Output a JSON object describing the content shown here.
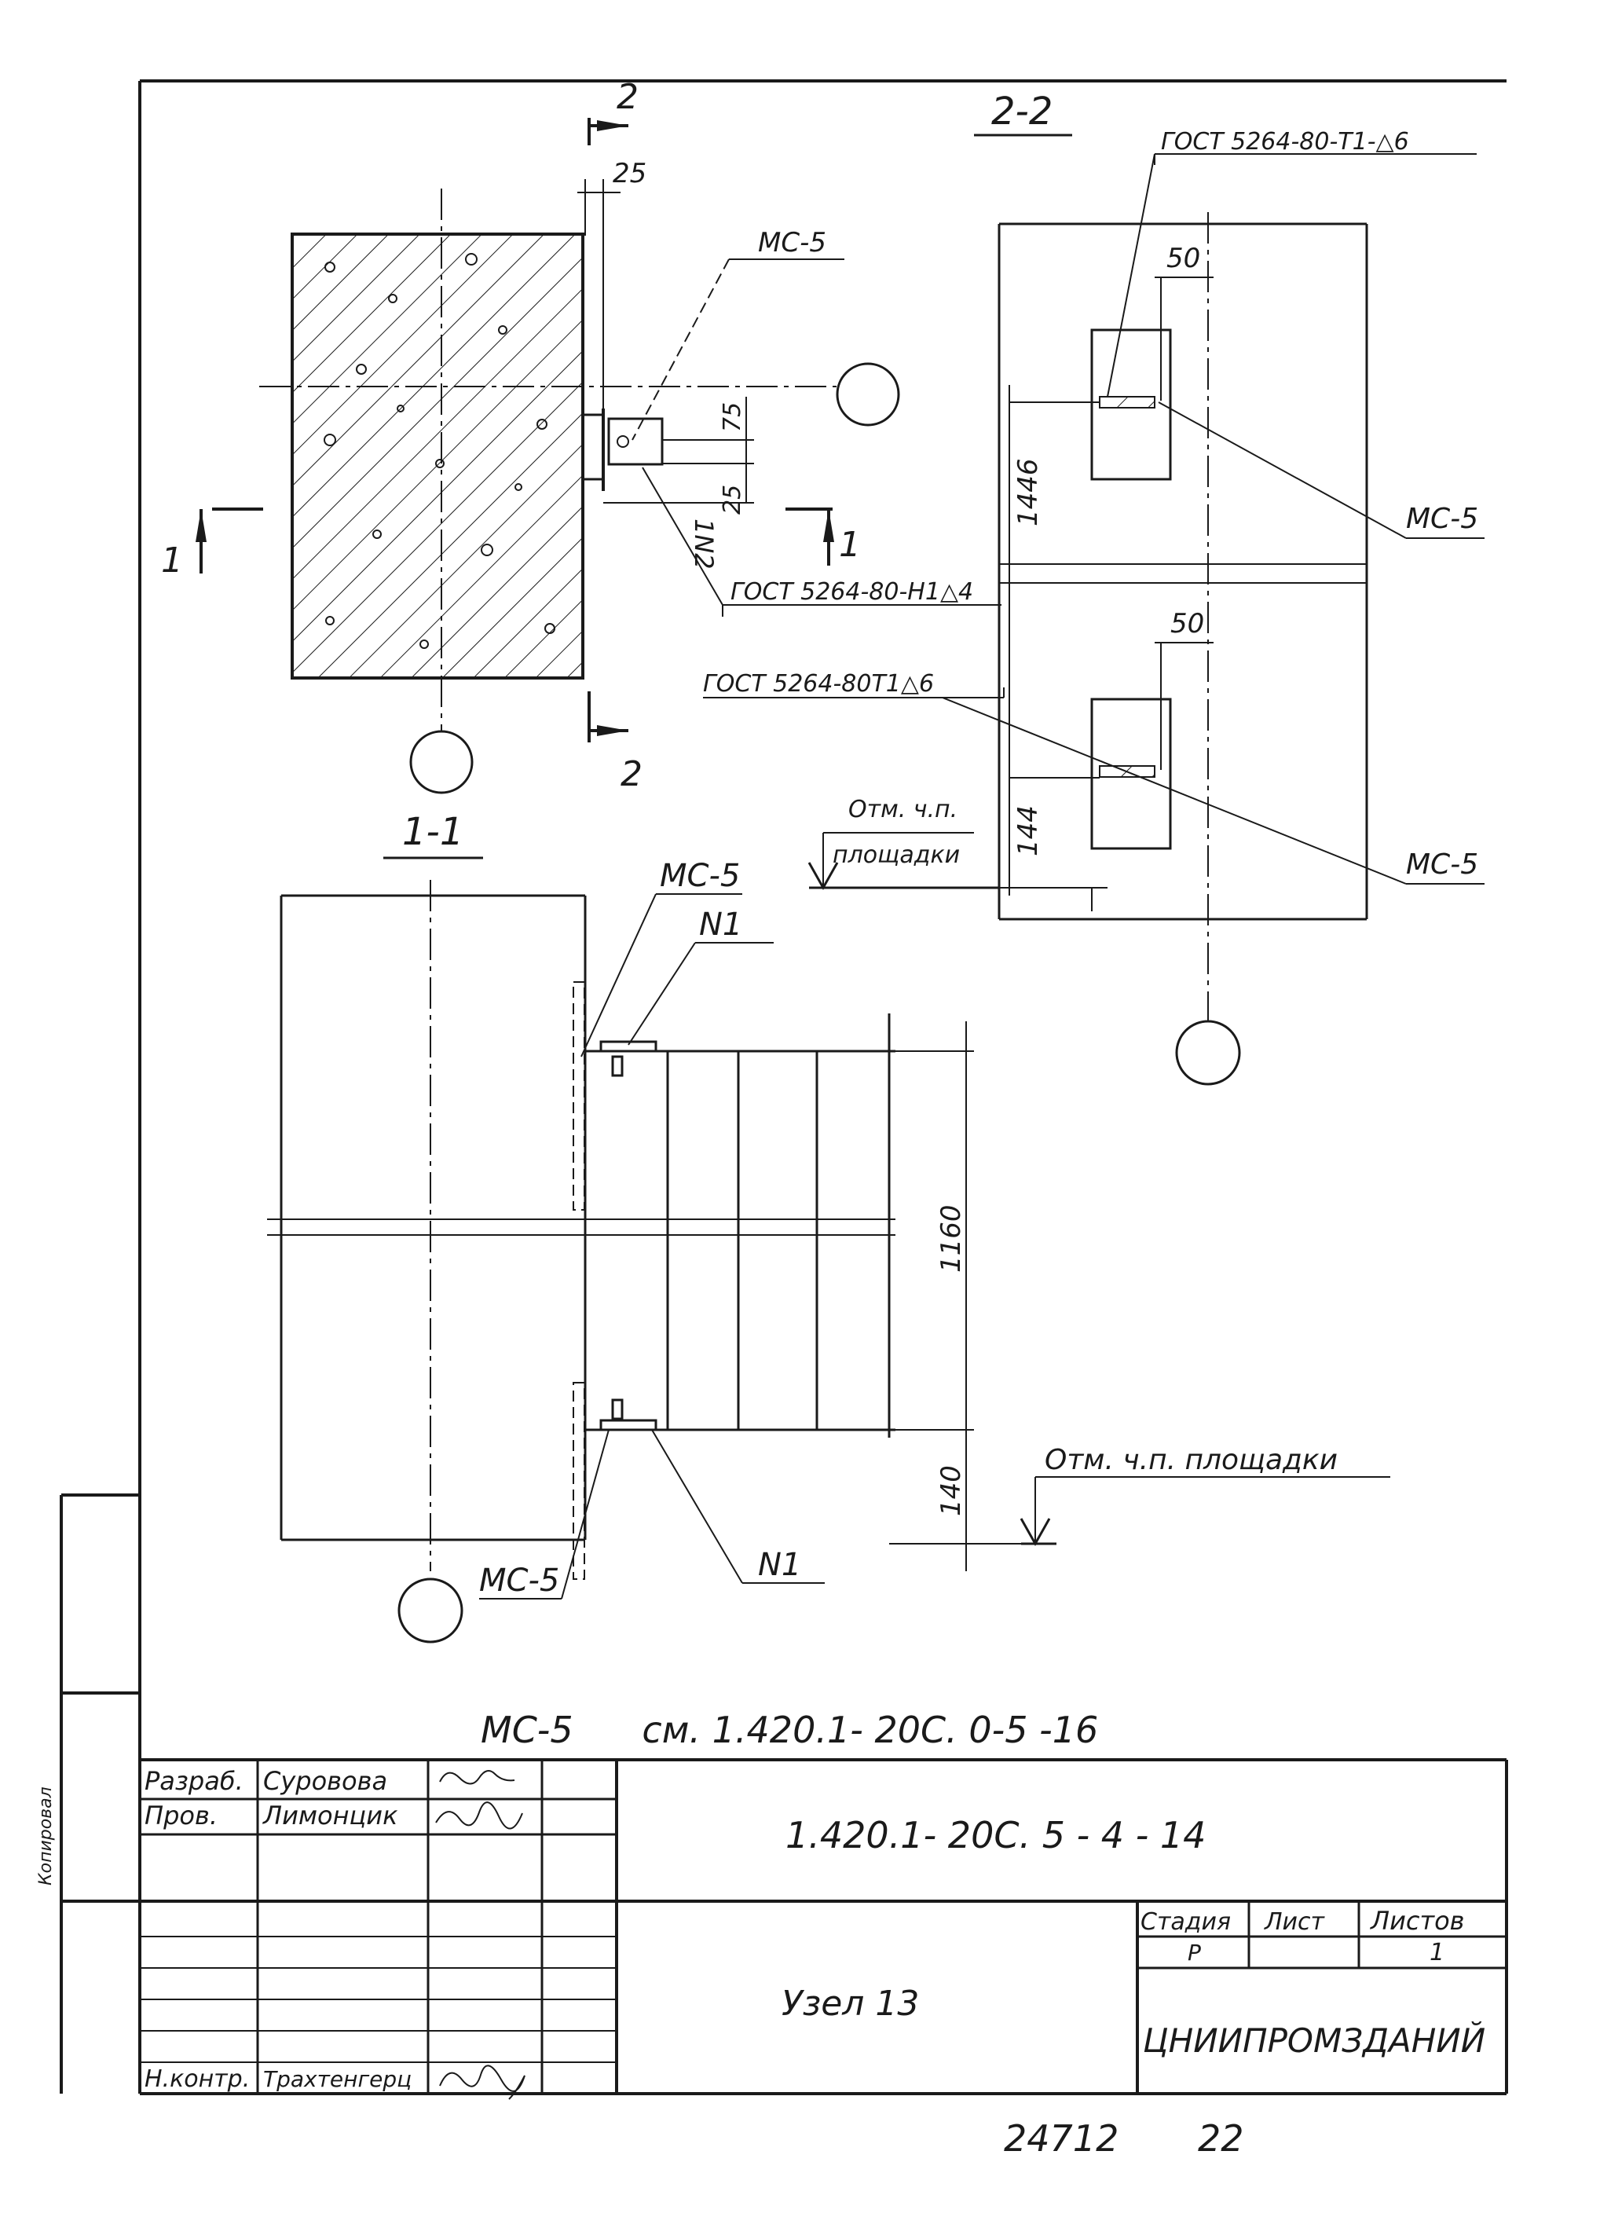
{
  "drawing": {
    "section_2_2": "2-2",
    "section_1_1": "1-1",
    "cut_mark_2": "2",
    "cut_mark_1": "1",
    "plan_dims": {
      "d25_top": "25",
      "d75": "75",
      "d25_side": "25"
    },
    "weld_callouts": {
      "top_right": "ГОСТ 5264-80-Т1-△6",
      "plan": "ГОСТ 5264-80-Н1△4",
      "lower_right": "ГОСТ 5264-80Т1△6"
    },
    "part_labels": {
      "mc5": "МС-5",
      "n1": "N1",
      "n1_rotated": "1N2"
    },
    "elevation_2_2": {
      "dim_50_top": "50",
      "dim_50_bottom": "50",
      "dim_1446": "1446",
      "dim_144": "144",
      "level_label_line1": "Отм. ч.п.",
      "level_label_line2": "площадки"
    },
    "section_1_1_dims": {
      "dim_1160": "1160",
      "dim_140": "140",
      "level_label": "Отм. ч.п. площадки"
    },
    "reference_note": "МС-5      см. 1.420.1- 20С. 0-5 -16"
  },
  "title_block": {
    "rows": [
      {
        "role": "Разраб.",
        "name": "Суровова"
      },
      {
        "role": "Пров.",
        "name": "Лимонцик"
      },
      {
        "role": "",
        "name": ""
      },
      {
        "role": "",
        "name": ""
      },
      {
        "role": "",
        "name": ""
      },
      {
        "role": "Н.контр.",
        "name": "Трахтенгерц"
      }
    ],
    "designation": "1.420.1- 20С. 5 - 4 - 14",
    "title": "Узел 13",
    "stage_header": "Стадия",
    "sheet_header": "Лист",
    "sheets_header": "Листов",
    "stage_value": "Р",
    "sheet_value": "",
    "sheets_value": "1",
    "organization": "ЦНИИПРОМЗДАНИЙ"
  },
  "footer": {
    "number_left": "24712",
    "number_right": "22"
  },
  "margin_stamp": "Копировал"
}
